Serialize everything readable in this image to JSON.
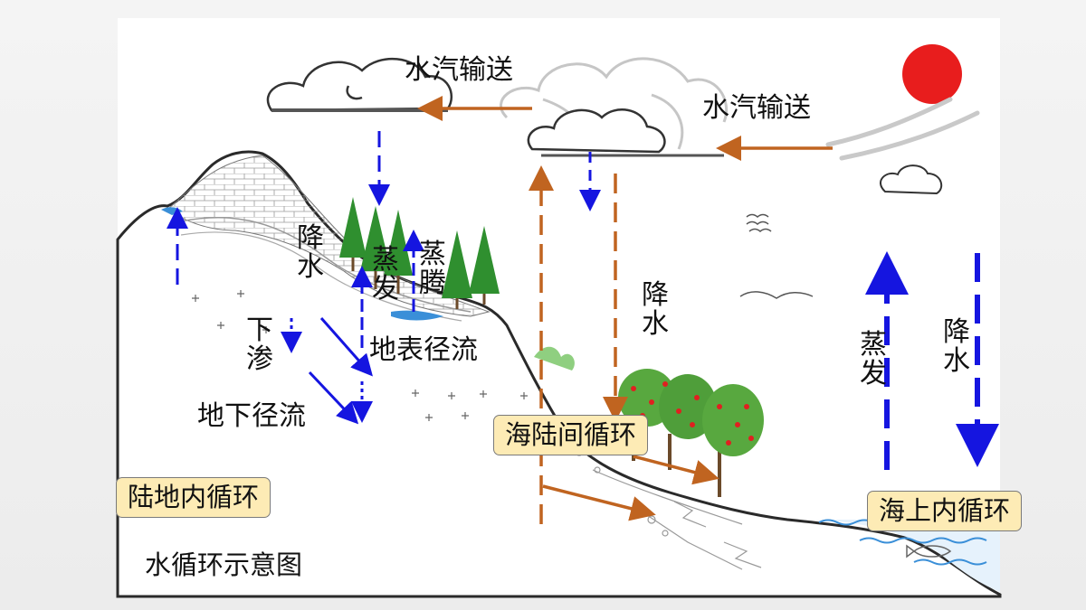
{
  "title": "水循环示意图",
  "labels": {
    "vapor_transport_left": "水汽输送",
    "vapor_transport_right": "水汽输送",
    "precip_mountain": "降水",
    "evaporation_land": "蒸发",
    "transpiration": "蒸腾",
    "infiltration": "下渗",
    "surface_runoff": "地表径流",
    "groundwater_runoff": "地下径流",
    "precip_middle": "降水",
    "evaporation_sea": "蒸发",
    "precip_sea": "降水"
  },
  "boxes": {
    "land_cycle": "陆地内循环",
    "sea_land_cycle": "海陆间循环",
    "sea_cycle": "海上内循环"
  },
  "colors": {
    "blue_arrow": "#1515e0",
    "brown_arrow": "#c06420",
    "box_fill": "#fdebb5",
    "sun": "#e81d1d",
    "tree_green": "#2f8f2f",
    "water": "#3a8fd8"
  }
}
